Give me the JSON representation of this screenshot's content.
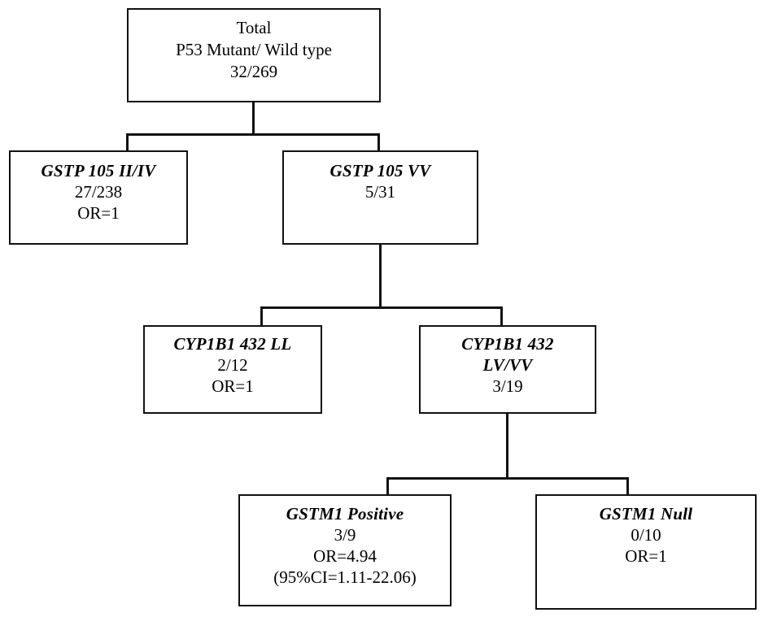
{
  "diagram": {
    "type": "flowchart-tree",
    "background_color": "#ffffff",
    "line_color": "#111111",
    "text_color": "#000000",
    "nodes": {
      "total": {
        "name": "Total",
        "lines": [
          "Total",
          "P53 Mutant/ Wild type",
          "32/269"
        ],
        "title": "Total",
        "subtitle": "P53 Mutant/ Wild type",
        "ratio": "32/269"
      },
      "gstp_ii_iv": {
        "name": "GSTP 105 II/IV",
        "title": "GSTP 105 II/IV",
        "ratio": "27/238",
        "odds_ratio": "OR=1"
      },
      "gstp_vv": {
        "name": "GSTP 105 VV",
        "title": "GSTP 105 VV",
        "ratio": "5/31"
      },
      "cyp_ll": {
        "name": "CYP1B1 432 LL",
        "title": "CYP1B1 432 LL",
        "ratio": "2/12",
        "odds_ratio": "OR=1"
      },
      "cyp_lv_vv": {
        "name": "CYP1B1 432 LV/VV",
        "title_line1": "CYP1B1 432",
        "title_line2": "LV/VV",
        "ratio": "3/19"
      },
      "gstm1_positive": {
        "name": "GSTM1 Positive",
        "title": "GSTM1 Positive",
        "ratio": "3/9",
        "odds_ratio": "OR=4.94",
        "confidence_interval": "(95%CI=1.11-22.06)"
      },
      "gstm1_null": {
        "name": "GSTM1 Null",
        "title": "GSTM1 Null",
        "ratio": "0/10",
        "odds_ratio": "OR=1"
      }
    },
    "edges": [
      {
        "from": "total",
        "to": "gstp_ii_iv"
      },
      {
        "from": "total",
        "to": "gstp_vv"
      },
      {
        "from": "gstp_vv",
        "to": "cyp_ll"
      },
      {
        "from": "gstp_vv",
        "to": "cyp_lv_vv"
      },
      {
        "from": "cyp_lv_vv",
        "to": "gstm1_positive"
      },
      {
        "from": "cyp_lv_vv",
        "to": "gstm1_null"
      }
    ]
  }
}
